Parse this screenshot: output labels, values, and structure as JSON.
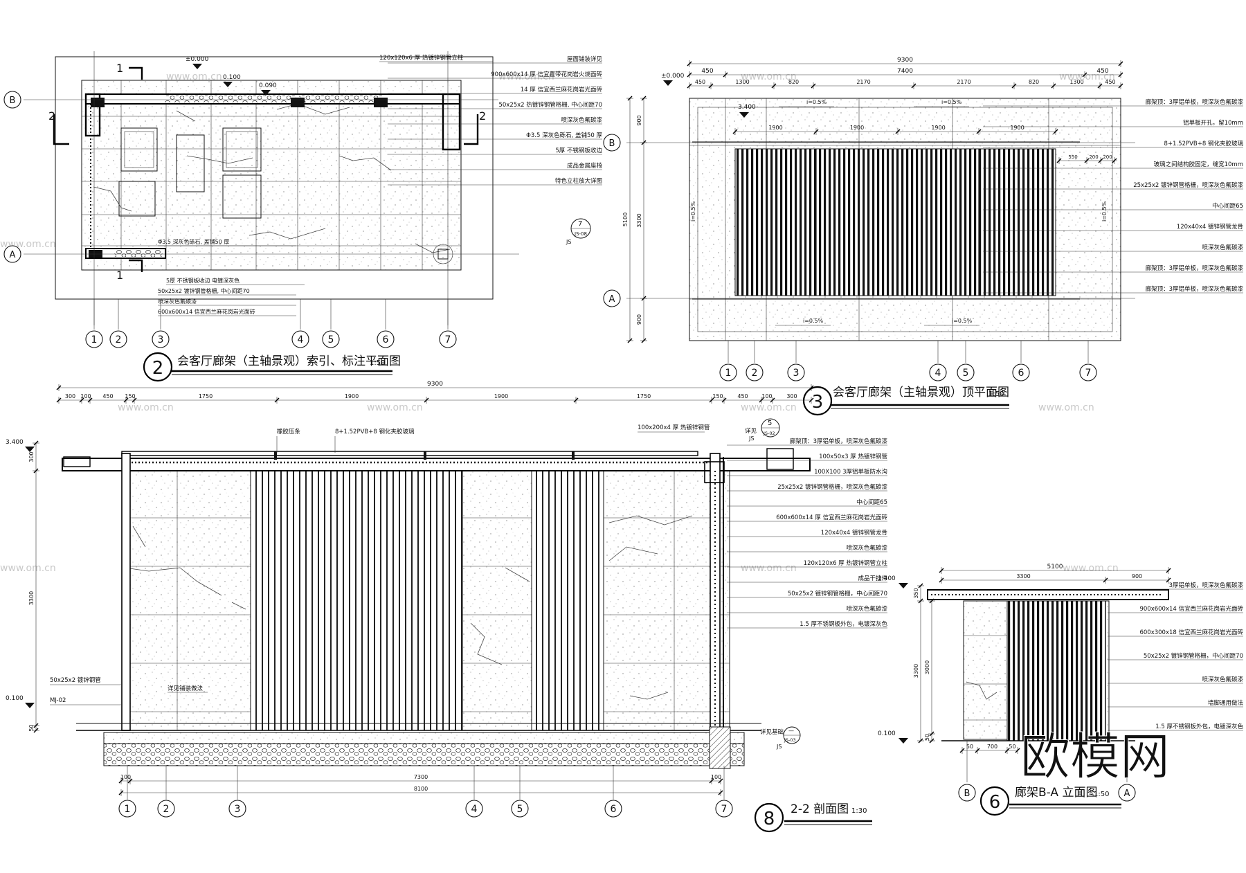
{
  "drawings": {
    "plan_index": {
      "num": "2",
      "title": "会客厅廊架（主轴景观）索引、标注平面图",
      "scale": "1:50",
      "elevations": [
        "±0.000",
        "0.100",
        "0.090"
      ],
      "top_note": "120x120x6 厚 热镀锌钢管立柱",
      "right_notes": [
        "屋面铺装详见",
        "900x600x14 厚 信宜置带花岗岩火烧面砖",
        "14 厚 信宜西兰麻花岗岩光面砖",
        "50x25x2 热镀锌钢管格栅, 中心间距70",
        "喷深灰色氟碳漆",
        "Φ3.5 深灰色砾石, 盖铺50 厚",
        "5厚 不锈钢板收边",
        "成品金属座椅",
        "特色立柱放大详图"
      ],
      "bottom_notes": [
        "Φ3.5 深灰色砾石, 盖铺50 厚",
        "5厚 不锈钢板收边 电镀深灰色",
        "50x25x2 镀锌钢管格栅, 中心间距70",
        "喷深灰色氟碳漆",
        "600x600x14 信宜西兰麻花岗岩光面砖"
      ],
      "detail_ref": {
        "num": "7",
        "sheet": "JS-08",
        "js": "JS"
      },
      "grid_rows": [
        "B",
        "A"
      ],
      "section_marks": [
        "1",
        "1",
        "2",
        "2"
      ]
    },
    "roof_plan": {
      "num": "3",
      "title": "会客厅廊架（主轴景观）顶平面图",
      "scale": "1:50",
      "dims_total": "9300",
      "dims_mid": [
        "450",
        "7400",
        "450"
      ],
      "dims_sub": [
        "450",
        "1300",
        "820",
        "2170",
        "2170",
        "820",
        "1300",
        "450"
      ],
      "dims_inner": [
        "1900",
        "1900",
        "1900",
        "1900"
      ],
      "dims_left": [
        "900",
        "3300",
        "900",
        "5100"
      ],
      "slopes": [
        "i=0.5%",
        "i=0.5%",
        "i=0.5%",
        "i=0.5%",
        "i=0.5%",
        "i=0.5%"
      ],
      "elevations": [
        "±0.000",
        "3.400"
      ],
      "right_notes": [
        "廊架顶：3厚铝单板，喷深灰色氟碳漆",
        "铝单板开孔，留10mm",
        "8+1.52PVB+8 钢化夹胶玻璃",
        "玻璃之间结构胶固定，缝宽10mm",
        "25x25x2 镀锌钢管格栅，喷深灰色氟碳漆",
        "中心间距65",
        "120x40x4 镀锌钢管龙骨",
        "喷深灰色氟碳漆",
        "廊架顶：3厚铝单板，喷深灰色氟碳漆",
        "廊架顶：3厚铝单板，喷深灰色氟碳漆"
      ],
      "small_dims": [
        "550",
        "200",
        "200"
      ],
      "grid_rows": [
        "B",
        "A"
      ]
    },
    "section_22": {
      "num": "8",
      "title": "2-2 剖面图",
      "scale": "1:30",
      "dims_total": "9300",
      "dims_top": [
        "300",
        "100",
        "450",
        "150",
        "1750",
        "1900",
        "1900",
        "1750",
        "150",
        "450",
        "100",
        "300"
      ],
      "dims_bottom": [
        "100",
        "7300",
        "100",
        "8100"
      ],
      "dims_left": [
        "300",
        "3300",
        "50"
      ],
      "elevations": [
        "3.400",
        "0.100"
      ],
      "top_labels": [
        "橡胶压条",
        "8+1.52PVB+8 钢化夹胶玻璃",
        "100x200x4 厚 热镀锌钢管",
        "详见"
      ],
      "right_notes": [
        "廊架顶：3厚铝单板，喷深灰色氟碳漆",
        "100x50x3 厚 热镀锌钢管",
        "100X100 3厚铝单板防水沟",
        "25x25x2 镀锌钢管格栅，喷深灰色氟碳漆",
        "中心间距65",
        "600x600x14 厚 信宜西兰麻花岗岩光面砖",
        "120x40x4 镀锌钢管龙骨",
        "喷深灰色氟碳漆",
        "120x120x6 厚 热镀锌钢管立柱",
        "成品干挂件",
        "50x25x2 镀锌钢管格栅，中心间距70",
        "喷深灰色氟碳漆",
        "1.5 厚不锈钢板外包，电镀深灰色"
      ],
      "left_notes": [
        "50x25x2 镀锌钢管",
        "MJ-02"
      ],
      "mid_note": "详见铺装做法",
      "foundation_note": "详见基础",
      "detail_ref": {
        "num": "5",
        "sheet": "JS-02",
        "js": "JS"
      },
      "foundation_ref": {
        "num": "—",
        "sheet": "JS-03",
        "js": "JS"
      }
    },
    "elev_ba": {
      "num": "6",
      "title": "廊架B-A 立面图",
      "scale": "1:50",
      "dims_top": [
        "5100",
        "3300",
        "900"
      ],
      "dims_bottom": [
        "50",
        "700",
        "50"
      ],
      "dims_left": [
        "350",
        "3300",
        "3000",
        "50"
      ],
      "elevations": [
        "3.400",
        "0.100"
      ],
      "right_notes": [
        "3厚铝单板，喷深灰色氟碳漆",
        "900x600x14 信宜西兰麻花岗岩光面砖",
        "600x300x18 信宜西兰麻花岗岩光面砖",
        "50x25x2 镀锌钢管格栅，中心间距70",
        "喷深灰色氟碳漆",
        "墙脚通用做法",
        "1.5 厚不锈钢板外包，电镀深灰色"
      ],
      "grid_cols": [
        "B",
        "A"
      ]
    }
  },
  "axes": [
    "1",
    "2",
    "3",
    "4",
    "5",
    "6",
    "7"
  ],
  "watermark_text": "www.om.cn",
  "logo_text": "欧模网"
}
